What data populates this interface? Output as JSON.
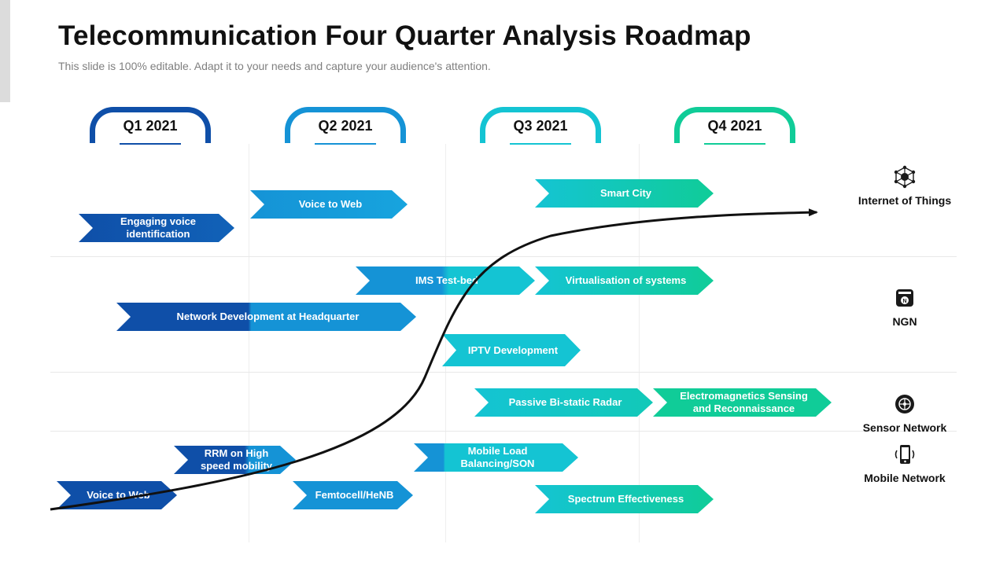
{
  "title": "Telecommunication Four Quarter Analysis Roadmap",
  "subtitle": "This slide is 100% editable. Adapt it to your needs and capture your audience's attention.",
  "quarters": [
    {
      "label": "Q1 2021",
      "color": "#0f4fa8"
    },
    {
      "label": "Q2 2021",
      "color": "#1593d6"
    },
    {
      "label": "Q3 2021",
      "color": "#14c4d3"
    },
    {
      "label": "Q4 2021",
      "color": "#10cc98"
    }
  ],
  "categories": [
    {
      "label": "Internet of Things",
      "icon": "network-nodes-icon"
    },
    {
      "label": "NGN",
      "icon": "router-icon"
    },
    {
      "label": "Sensor Network",
      "icon": "sensor-globe-icon"
    },
    {
      "label": "Mobile Network",
      "icon": "mobile-phone-icon"
    }
  ],
  "tasks": {
    "iot_1": "Engaging voice identification",
    "iot_2": "Voice to Web",
    "iot_3": "Smart City",
    "ngn_1": "IMS Test-bed",
    "ngn_2": "Virtualisation of systems",
    "ngn_3": "Network Development at Headquarter",
    "ngn_4": "IPTV Development",
    "sensor_1": "Passive Bi-static Radar",
    "sensor_2": "Electromagnetics Sensing and Reconnaissance",
    "mobile_1": "RRM on High speed mobility",
    "mobile_2": "Mobile Load Balancing/SON",
    "mobile_3": "Voice to Web",
    "mobile_4": "Femtocell/HeNB",
    "mobile_5": "Spectrum Effectiveness"
  },
  "colors": {
    "dark_blue": "#0f4fa8",
    "mid_blue": "#1593d6",
    "cyan": "#14c4d3",
    "green": "#10cc98",
    "curve": "#111111"
  }
}
